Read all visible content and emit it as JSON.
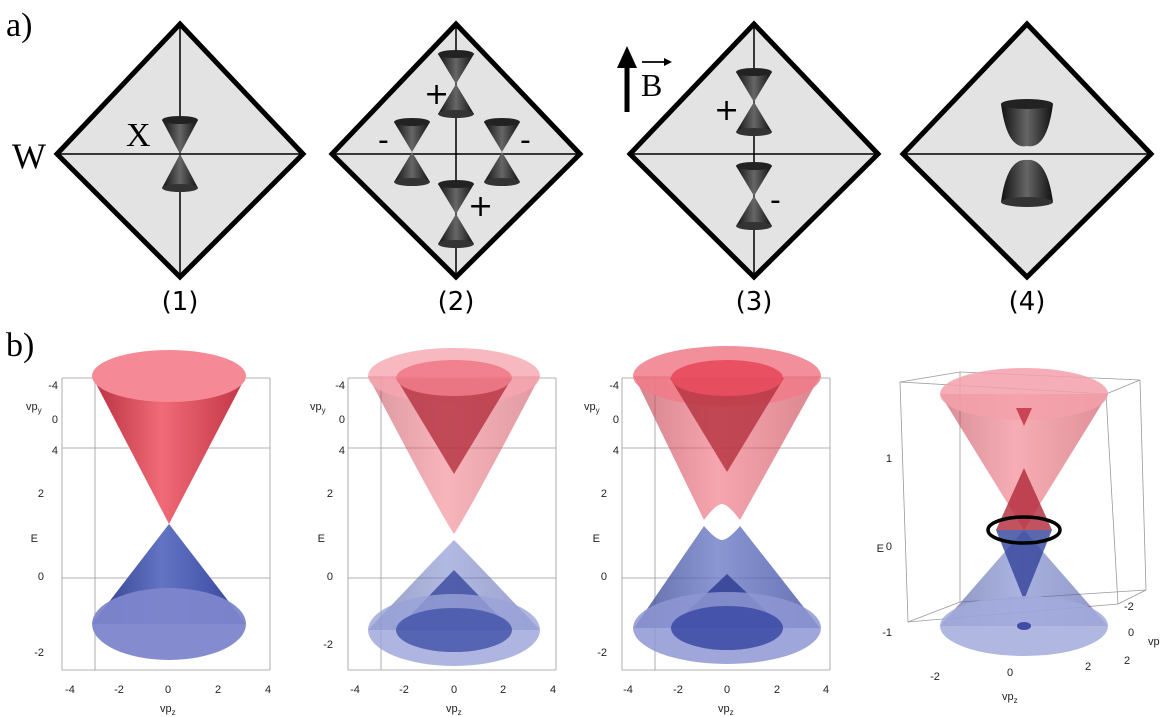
{
  "panel_a": {
    "label": "a)",
    "w_label": "W",
    "x_label": "X",
    "field_label": "B",
    "diagrams": [
      {
        "caption": "(1)",
        "signs": []
      },
      {
        "caption": "(2)",
        "signs": [
          "+",
          "-",
          "-",
          "+"
        ]
      },
      {
        "caption": "(3)",
        "signs": [
          "+",
          "-"
        ]
      },
      {
        "caption": "(4)",
        "signs": []
      }
    ]
  },
  "panel_b": {
    "label": "b)",
    "plots": [
      {
        "ylabel_top": "vp",
        "ylabel_top_sub": "y",
        "ylabel": "E",
        "xlabel": "vp",
        "xlabel_sub": "z",
        "top_ticks": [
          "-4",
          "0",
          "4"
        ],
        "e_ticks": [
          "2",
          "0",
          "-2"
        ],
        "x_ticks": [
          "-4",
          "-2",
          "0",
          "2",
          "4"
        ]
      },
      {
        "ylabel_top": "vp",
        "ylabel_top_sub": "y",
        "ylabel": "E",
        "xlabel": "vp",
        "xlabel_sub": "z",
        "top_ticks": [
          "-4",
          "0",
          "4"
        ],
        "e_ticks": [
          "2",
          "0",
          "-2"
        ],
        "x_ticks": [
          "-4",
          "-2",
          "0",
          "2",
          "4"
        ]
      },
      {
        "ylabel_top": "vp",
        "ylabel_top_sub": "y",
        "ylabel": "E",
        "xlabel": "vp",
        "xlabel_sub": "z",
        "top_ticks": [
          "-4",
          "0",
          "4"
        ],
        "e_ticks": [
          "2",
          "0",
          "-2"
        ],
        "x_ticks": [
          "-4",
          "-2",
          "0",
          "2",
          "4"
        ]
      },
      {
        "ylabel": "E",
        "xlabel": "vp",
        "xlabel_sub": "z",
        "side_label": "vp",
        "e_ticks": [
          "1",
          "0",
          "-1"
        ],
        "x_ticks": [
          "-2",
          "0",
          "2"
        ],
        "side_ticks": [
          "-2",
          "0",
          "2"
        ]
      }
    ]
  },
  "colors": {
    "upper_cone": "#e8566a",
    "lower_cone": "#4a5ab0",
    "diamond_fill": "#e3e3e3",
    "diamond_stroke": "#000000"
  }
}
